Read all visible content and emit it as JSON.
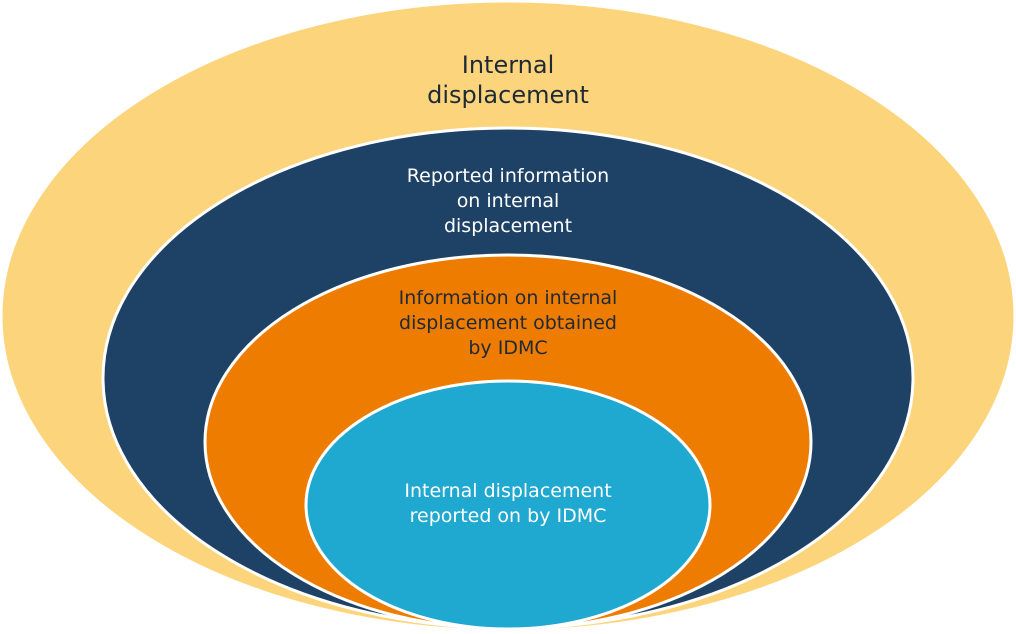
{
  "diagram": {
    "type": "nested-ellipses",
    "rings": [
      {
        "id": "outer",
        "lines": [
          "Internal",
          "displacement"
        ],
        "fill": "#fcd47b",
        "text_color": "#1f2a36"
      },
      {
        "id": "reported",
        "lines": [
          "Reported information",
          "on internal",
          "displacement"
        ],
        "fill": "#1e4266",
        "text_color": "#ffffff"
      },
      {
        "id": "obtained",
        "lines": [
          "Information on internal",
          "displacement obtained",
          "by IDMC"
        ],
        "fill": "#ee7c00",
        "text_color": "#1f2a36"
      },
      {
        "id": "idmc",
        "lines": [
          "Internal displacement",
          "reported on by IDMC"
        ],
        "fill": "#1fa8d0",
        "text_color": "#ffffff"
      }
    ],
    "stroke_color": "#ffffff"
  }
}
